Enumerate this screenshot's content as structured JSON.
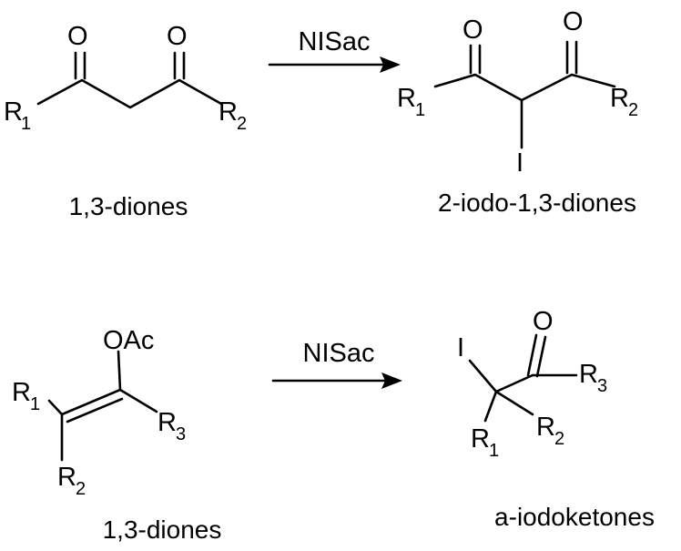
{
  "reactions": [
    {
      "reagent": "NISac",
      "reactant": {
        "caption": "1,3-diones",
        "oxygen_1": "O",
        "oxygen_2": "O",
        "r_left": "R",
        "r_left_sub": "1",
        "r_right": "R",
        "r_right_sub": "2"
      },
      "product": {
        "caption": "2-iodo-1,3-diones",
        "oxygen_1": "O",
        "oxygen_2": "O",
        "iodine": "I",
        "r_left": "R",
        "r_left_sub": "1",
        "r_right": "R",
        "r_right_sub": "2"
      }
    },
    {
      "reagent": "NISac",
      "reactant": {
        "caption": "1,3-diones",
        "acetoxy": "OAc",
        "r_top": "R",
        "r_top_sub": "1",
        "r_right": "R",
        "r_right_sub": "3",
        "r_bottom": "R",
        "r_bottom_sub": "2"
      },
      "product": {
        "caption": "a-iodoketones",
        "oxygen": "O",
        "iodine": "I",
        "r_right": "R",
        "r_right_sub": "3",
        "r_left": "R",
        "r_left_sub": "1",
        "r_mid": "R",
        "r_mid_sub": "2"
      }
    }
  ]
}
